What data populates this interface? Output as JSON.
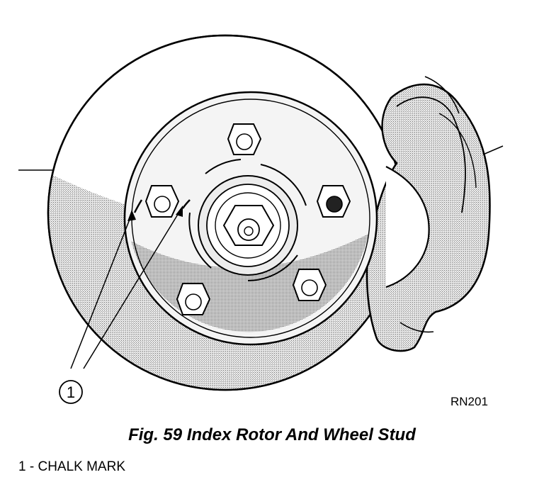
{
  "figure": {
    "callout_number": "1",
    "reference_code": "RN201",
    "caption": "Fig. 59 Index Rotor And Wheel Stud",
    "legend": [
      {
        "number": "1",
        "separator": " - ",
        "label": "CHALK MARK"
      }
    ]
  },
  "colors": {
    "line": "#000000",
    "shade": "#c8c8c8",
    "background": "#ffffff"
  }
}
